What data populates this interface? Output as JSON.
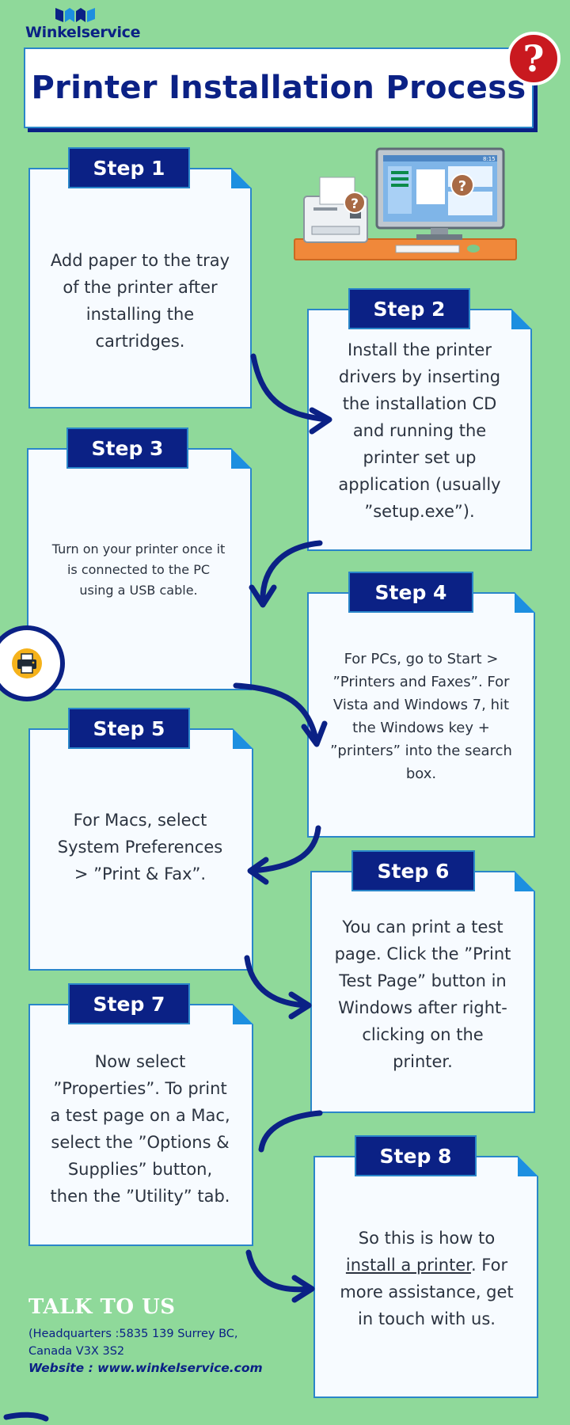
{
  "brand": {
    "name": "Winkelservice"
  },
  "title": "Printer Installation Process",
  "help_badge": "?",
  "steps": [
    {
      "label": "Step 1",
      "text": "Add paper to the tray of the printer after installing the cartridges."
    },
    {
      "label": "Step 2",
      "text": "Install the printer drivers by inserting the installation CD and running the printer set up application (usually ”setup.exe”)."
    },
    {
      "label": "Step 3",
      "text": "Turn on your printer once it is connected to the PC using a USB cable."
    },
    {
      "label": "Step 4",
      "text": "For PCs, go to Start > ”Printers and Faxes”. For Vista and Windows 7, hit the Windows key + ”printers” into the search box."
    },
    {
      "label": "Step 5",
      "text": "For Macs, select System Preferences > ”Print & Fax”."
    },
    {
      "label": "Step 6",
      "text": "You can print a test page. Click the ”Print Test Page” button in Windows after right-clicking on the printer."
    },
    {
      "label": "Step 7",
      "text": "Now select ”Properties”. To print a test page on a Mac, select the ”Options & Supplies” button, then the ”Utility” tab."
    },
    {
      "label": "Step 8",
      "text_before": "So this is how to ",
      "link_text": "install a printer",
      "text_after": ". For more assistance, get in touch with us."
    }
  ],
  "illustration": {
    "screen_clock": "8:15"
  },
  "contact": {
    "heading": "TALK TO US",
    "address_line1": "(Headquarters :5835 139 Surrey BC,",
    "address_line2": "Canada V3X 3S2",
    "website": "Website : www.winkelservice.com"
  },
  "colors": {
    "background": "#8fd99a",
    "navy": "#0b2185",
    "accent_blue": "#1d8fe0",
    "badge_red": "#c9191f",
    "card_bg": "#f7fbff"
  },
  "icons": [
    "logo-icon",
    "question-mark-icon",
    "printer-icon",
    "computer-printer-illustration",
    "arrow-icon"
  ]
}
